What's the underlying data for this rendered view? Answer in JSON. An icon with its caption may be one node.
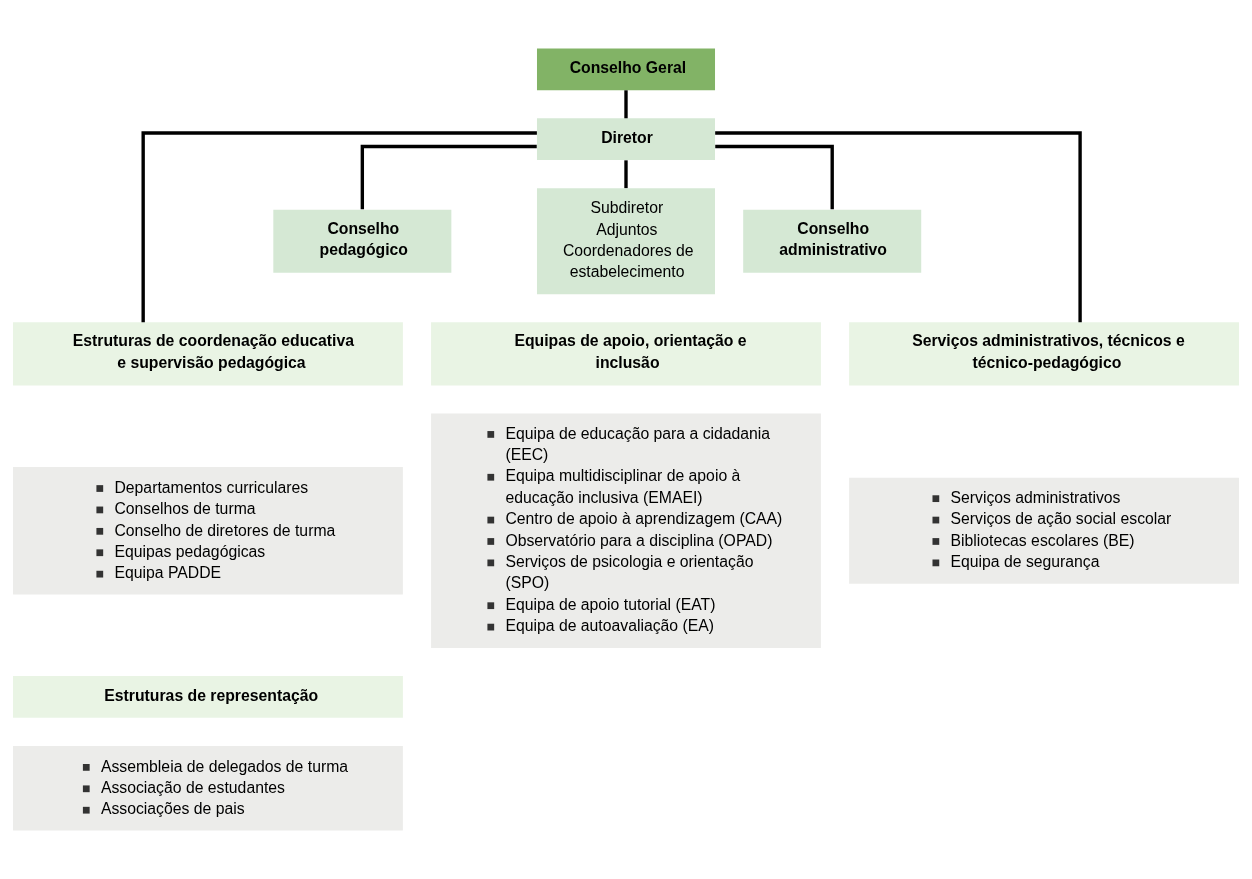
{
  "diagram": {
    "nodes": [
      {
        "text": [
          "Conselho Geral"
        ]
      },
      {
        "text": [
          "Diretor"
        ]
      },
      {
        "text": [
          "Subdiretor",
          "Adjuntos",
          "Coordenadores de estabelecimento"
        ]
      },
      {
        "text": [
          "Conselho pedagógico"
        ]
      },
      {
        "text": [
          "Conselho administrativo"
        ]
      },
      {
        "text": [
          "Estruturas de coordenação educativa e supervisão pedagógica"
        ]
      },
      {
        "text": [
          "Departamentos curriculares",
          "Conselhos de turma",
          "Conselho de diretores de turma",
          "Equipas pedagógicas",
          "Equipa PADDE"
        ]
      },
      {
        "text": [
          "Estruturas de representação"
        ]
      },
      {
        "text": [
          "Assembleia de delegados de turma",
          "Associação de estudantes",
          "Associações de pais"
        ]
      },
      {
        "text": [
          "Equipas de apoio, orientação e inclusão"
        ]
      },
      {
        "text": [
          "Equipa de educação para a cidadania (EEC)",
          "Equipa multidisciplinar de apoio à educação inclusiva (EMAEI)",
          "Centro de apoio à aprendizagem (CAA)",
          "Observatório para a disciplina (OPAD)",
          "Serviços de psicologia e orientação (SPO)",
          "Equipa de apoio tutorial (EAT)",
          "Equipa de autoavaliação (EA)"
        ]
      },
      {
        "text": [
          "Serviços administrativos, técnicos e técnico-pedagógico"
        ]
      },
      {
        "text": [
          "Serviços administrativos",
          "Serviços de ação social escolar",
          "Bibliotecas escolares (BE)",
          "Equipa de segurança"
        ]
      }
    ],
    "edges": [
      {
        "from": 0,
        "to": 1,
        "arrow": "none"
      },
      {
        "from": 1,
        "to": 2,
        "arrow": "none"
      },
      {
        "from": 1,
        "to": 3,
        "arrow": "none"
      },
      {
        "from": 1,
        "to": 5,
        "arrow": "none"
      },
      {
        "from": 1,
        "to": 4,
        "arrow": "none"
      },
      {
        "from": 1,
        "to": 11,
        "arrow": "none"
      }
    ]
  }
}
